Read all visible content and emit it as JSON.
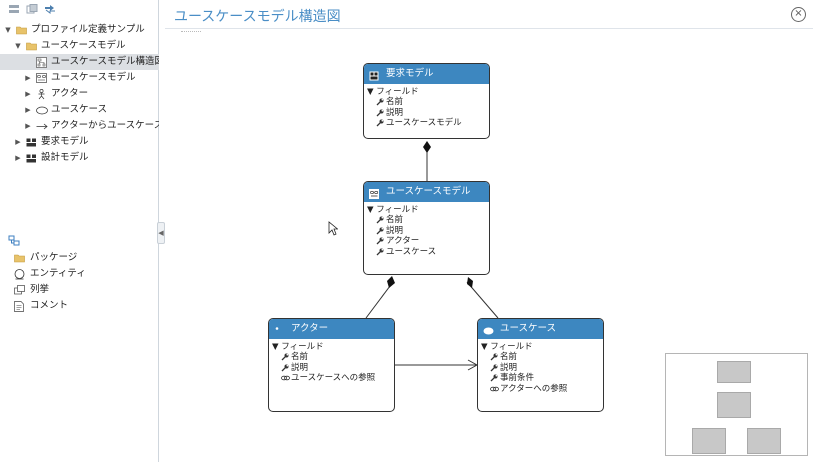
{
  "tree": [
    {
      "label": "プロファイル定義サンプル",
      "depth": 0,
      "arrow": "▼",
      "icon": "folder-icon"
    },
    {
      "label": "ユースケースモデル",
      "depth": 1,
      "arrow": "▼",
      "icon": "folder-icon"
    },
    {
      "label": "ユースケースモデル構造図",
      "depth": 2,
      "arrow": "",
      "icon": "structure-diagram-icon",
      "selected": true
    },
    {
      "label": "ユースケースモデル",
      "depth": 2,
      "arrow": "▶",
      "icon": "usecase-model-icon"
    },
    {
      "label": "アクター",
      "depth": 2,
      "arrow": "▶",
      "icon": "actor-icon"
    },
    {
      "label": "ユースケース",
      "depth": 2,
      "arrow": "▶",
      "icon": "usecase-icon"
    },
    {
      "label": "アクターからユースケースへの参",
      "depth": 2,
      "arrow": "▶",
      "icon": "arrow-right-icon"
    },
    {
      "label": "要求モデル",
      "depth": 1,
      "arrow": "▶",
      "icon": "model-icon"
    },
    {
      "label": "設計モデル",
      "depth": 1,
      "arrow": "▶",
      "icon": "model-icon"
    }
  ],
  "palette": {
    "items": [
      {
        "label": "パッケージ",
        "icon": "folder-icon"
      },
      {
        "label": "エンティティ",
        "icon": "entity-icon"
      },
      {
        "label": "列挙",
        "icon": "enum-icon"
      },
      {
        "label": "コメント",
        "icon": "comment-icon"
      }
    ]
  },
  "diagram": {
    "title": "ユースケースモデル構造図",
    "close_symbol": "×",
    "collapse_symbol": "◀",
    "classes": [
      {
        "id": "req",
        "title": "要求モデル",
        "icon": "model-icon",
        "section": "▼ フィールド",
        "fields": [
          {
            "label": "名前",
            "icon": "wrench-icon"
          },
          {
            "label": "説明",
            "icon": "wrench-icon"
          },
          {
            "label": "ユースケースモデル",
            "icon": "wrench-icon"
          }
        ]
      },
      {
        "id": "ucm",
        "title": "ユースケースモデル",
        "icon": "usecase-model-icon",
        "section": "▼ フィールド",
        "fields": [
          {
            "label": "名前",
            "icon": "wrench-icon"
          },
          {
            "label": "説明",
            "icon": "wrench-icon"
          },
          {
            "label": "アクター",
            "icon": "wrench-icon"
          },
          {
            "label": "ユースケース",
            "icon": "wrench-icon"
          }
        ]
      },
      {
        "id": "actor",
        "title": "アクター",
        "icon": "actor-icon",
        "section": "▼ フィールド",
        "fields": [
          {
            "label": "名前",
            "icon": "wrench-icon"
          },
          {
            "label": "説明",
            "icon": "wrench-icon"
          },
          {
            "label": "ユースケースへの参照",
            "icon": "link-icon"
          }
        ]
      },
      {
        "id": "uc",
        "title": "ユースケース",
        "icon": "usecase-icon",
        "section": "▼ フィールド",
        "fields": [
          {
            "label": "名前",
            "icon": "wrench-icon"
          },
          {
            "label": "説明",
            "icon": "wrench-icon"
          },
          {
            "label": "事前条件",
            "icon": "wrench-icon"
          },
          {
            "label": "アクターへの参照",
            "icon": "link-icon"
          }
        ]
      }
    ]
  },
  "colors": {
    "accent": "#3d87c0",
    "title": "#4a8ec6",
    "selected_row": "#dcdfe3"
  }
}
